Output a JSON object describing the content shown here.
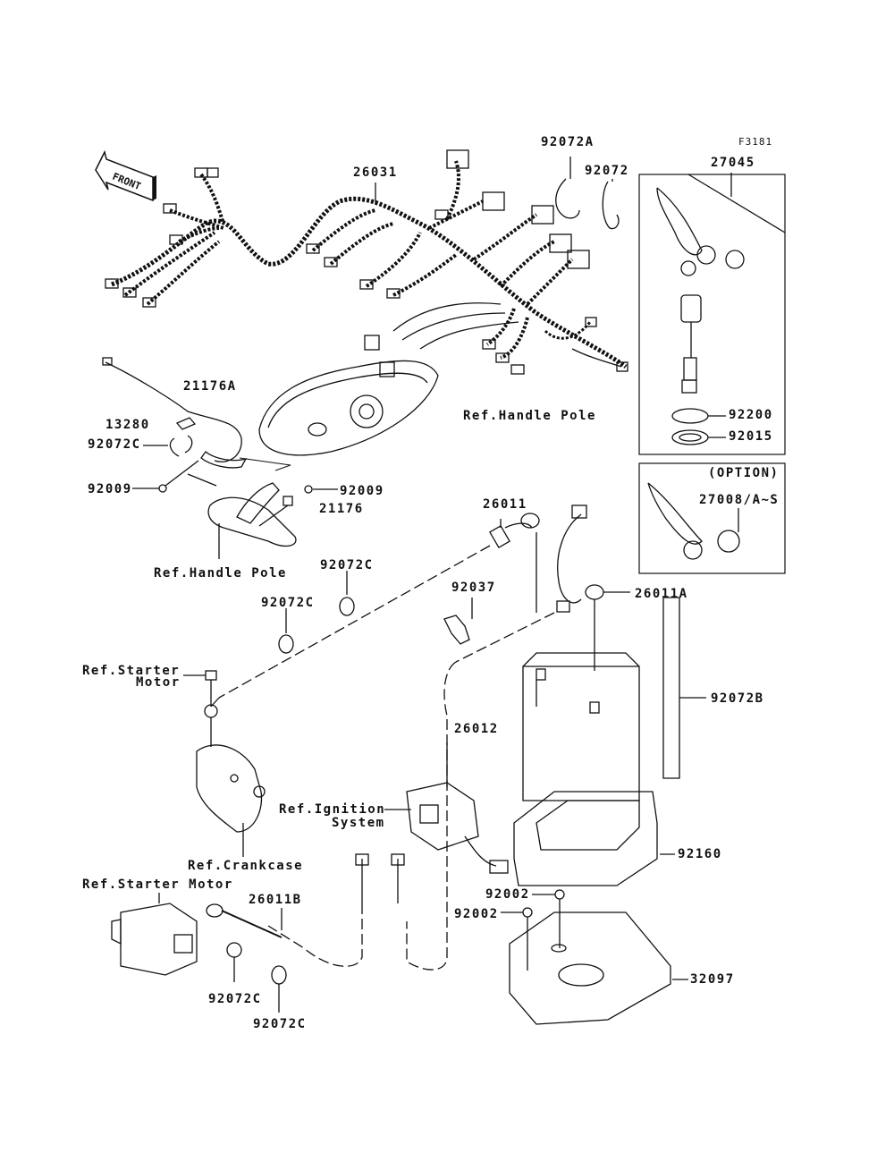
{
  "figure_code": "F3181",
  "front_marker": {
    "text": "FRONT",
    "icon": "front-arrow-icon"
  },
  "boxes": {
    "ignition_key_box": {
      "part": "27045",
      "subparts": [
        "92200",
        "92015"
      ]
    },
    "option_box": {
      "header": "(OPTION)",
      "part": "27008/A~S"
    }
  },
  "labels": {
    "p92072A": "92072A",
    "p92072": "92072",
    "p27045": "27045",
    "p26031": "26031",
    "p21176A": "21176A",
    "p13280": "13280",
    "p92072C_a": "92072C",
    "p92009_a": "92009",
    "p92009_b": "92009",
    "p21176": "21176",
    "ref_handle_pole_1": "Ref.Handle Pole",
    "ref_handle_pole_2": "Ref.Handle Pole",
    "p92200": "92200",
    "p92015": "92015",
    "option": "(OPTION)",
    "p27008": "27008/A~S",
    "p26011": "26011",
    "p92072C_b": "92072C",
    "p92072C_c": "92072C",
    "p92037": "92037",
    "p26011A": "26011A",
    "ref_starter_motor_1a": "Ref.Starter",
    "ref_starter_motor_1b": "Motor",
    "p26012": "26012",
    "p92072B": "92072B",
    "ref_ignition_a": "Ref.Ignition",
    "ref_ignition_b": "System",
    "p92160": "92160",
    "ref_crankcase": "Ref.Crankcase",
    "ref_starter_motor_2": "Ref.Starter Motor",
    "p26011B": "26011B",
    "p92002_a": "92002",
    "p92002_b": "92002",
    "p32097": "32097",
    "p92072C_d": "92072C",
    "p92072C_e": "92072C"
  }
}
